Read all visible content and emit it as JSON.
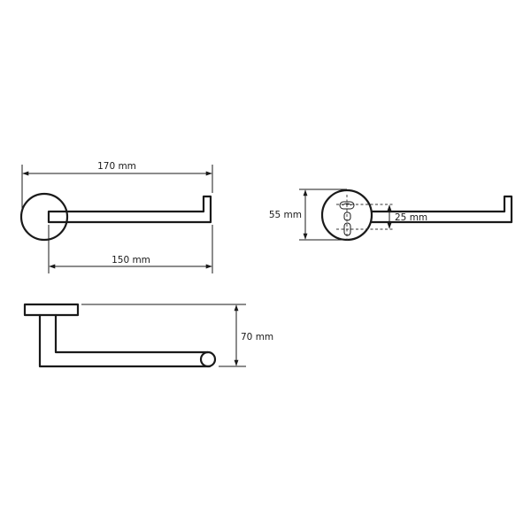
{
  "dimensions": {
    "top_width": "170 mm",
    "top_inner_width": "150 mm",
    "side_height": "70 mm",
    "plate_diameter": "55 mm",
    "hole_spacing": "25 mm"
  },
  "colors": {
    "line": "#1a1a1a",
    "background": "#ffffff"
  }
}
